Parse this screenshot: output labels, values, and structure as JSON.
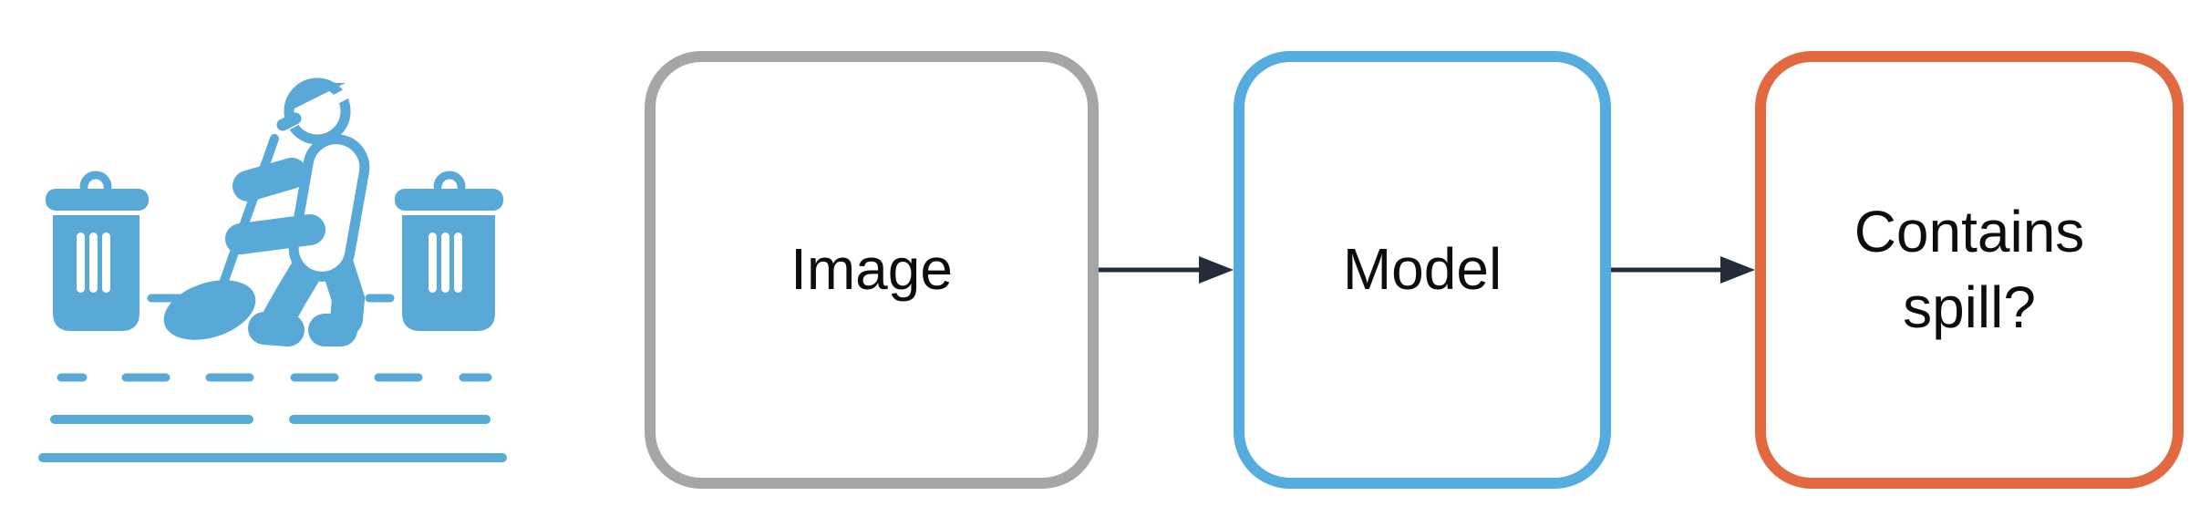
{
  "diagram": {
    "background_color": "#ffffff",
    "icon": {
      "name": "janitor-cleaning-spill-icon",
      "color": "#58a8d8"
    },
    "nodes": [
      {
        "id": "image",
        "label": "Image",
        "border_color": "#a6a6a6"
      },
      {
        "id": "model",
        "label": "Model",
        "border_color": "#55acdf"
      },
      {
        "id": "contains_spill",
        "label": "Contains spill?",
        "border_color": "#e26840"
      }
    ],
    "arrows": [
      {
        "from": "image",
        "to": "model",
        "color": "#232c38"
      },
      {
        "from": "model",
        "to": "contains_spill",
        "color": "#232c38"
      }
    ],
    "text_color": "#0d0d0d"
  }
}
